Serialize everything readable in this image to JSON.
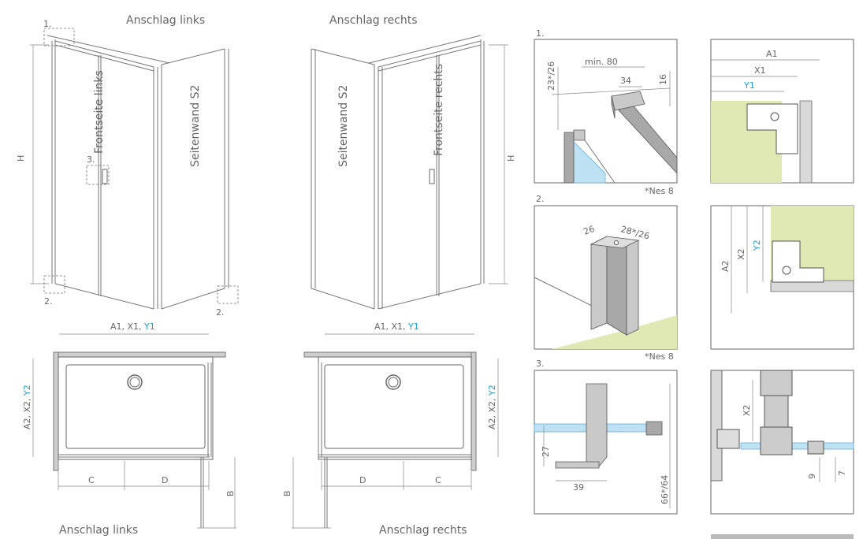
{
  "views": {
    "left_title": "Anschlag links",
    "right_title": "Anschlag rechts",
    "front_left_label": "Frontseite links",
    "front_right_label": "Frontseite rechts",
    "side_left_label": "Seitenwand S2",
    "side_right_label": "Seitenwand S2",
    "h_label": "H",
    "marker_1": "1.",
    "marker_2": "2.",
    "marker_2b": "2.",
    "marker_3": "3.",
    "width_prefix": "A1, X1, ",
    "width_blue": "Y1",
    "depth_prefix": "A2, X2, ",
    "depth_blue": "Y2",
    "c_label": "C",
    "d_label": "D",
    "b_label": "B",
    "bottom_left_title": "Anschlag links",
    "bottom_right_title": "Anschlag rechts"
  },
  "details": {
    "d1_title": "1.",
    "d1_min": "min. 80",
    "d1_34": "34",
    "d1_16": "16",
    "d1_23": "23*/26",
    "d1_note": "*Nes 8",
    "d2_title": "2.",
    "d2_26": "26",
    "d2_28": "28*/26",
    "d2_note": "*Nes 8",
    "d3_title": "3.",
    "d3_27": "27",
    "d3_39": "39",
    "d3_66": "66*/64",
    "r1_a1": "A1",
    "r1_x1": "X1",
    "r1_y1": "Y1",
    "r2_a2": "A2",
    "r2_x2": "X2",
    "r2_y2": "Y2",
    "r3_x2": "X2",
    "r3_9": "9",
    "r3_7": "7"
  },
  "colors": {
    "accent_blue": "#1a9fd6",
    "wall_green": "#e0e9b3",
    "glass_blue": "#bfe1f4"
  }
}
